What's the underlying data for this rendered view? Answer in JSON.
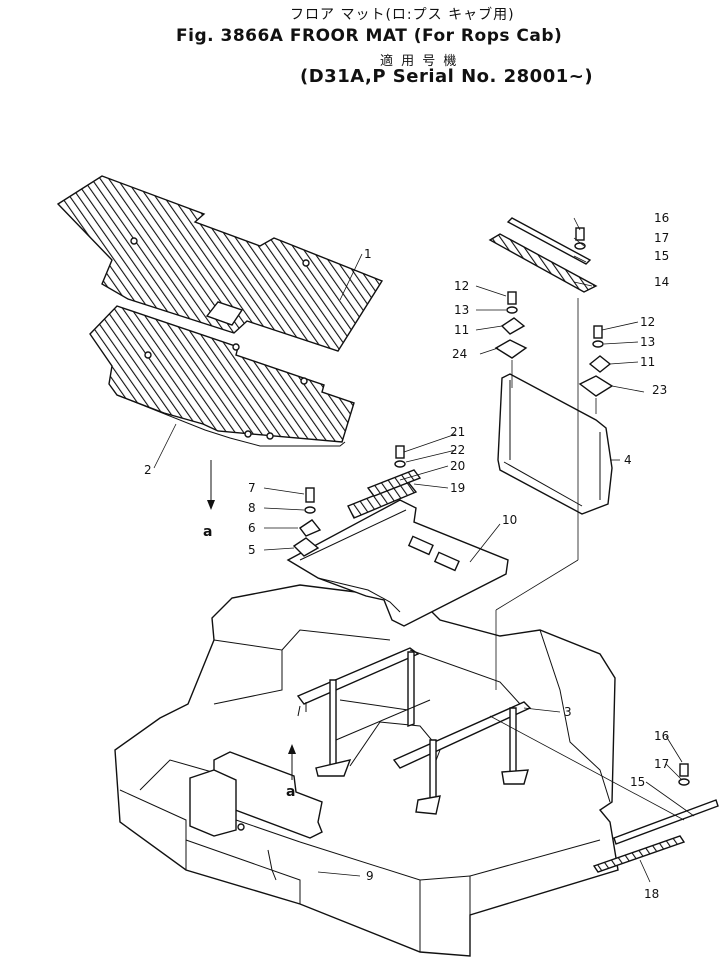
{
  "figure": {
    "japanese_title": "フロア マット(ロ:プス キャブ用)",
    "title": "Fig. 3866A FROOR MAT (For Rops Cab)",
    "applicable_label": "適 用 号 機",
    "serial": "(D31A,P Serial No. 28001~)"
  },
  "callouts": [
    "1",
    "2",
    "3",
    "4",
    "5",
    "6",
    "7",
    "8",
    "9",
    "10",
    "11",
    "11",
    "12",
    "12",
    "13",
    "13",
    "14",
    "15",
    "15",
    "16",
    "16",
    "17",
    "17",
    "18",
    "19",
    "20",
    "21",
    "22",
    "23",
    "24"
  ],
  "refs": [
    "a",
    "a"
  ]
}
